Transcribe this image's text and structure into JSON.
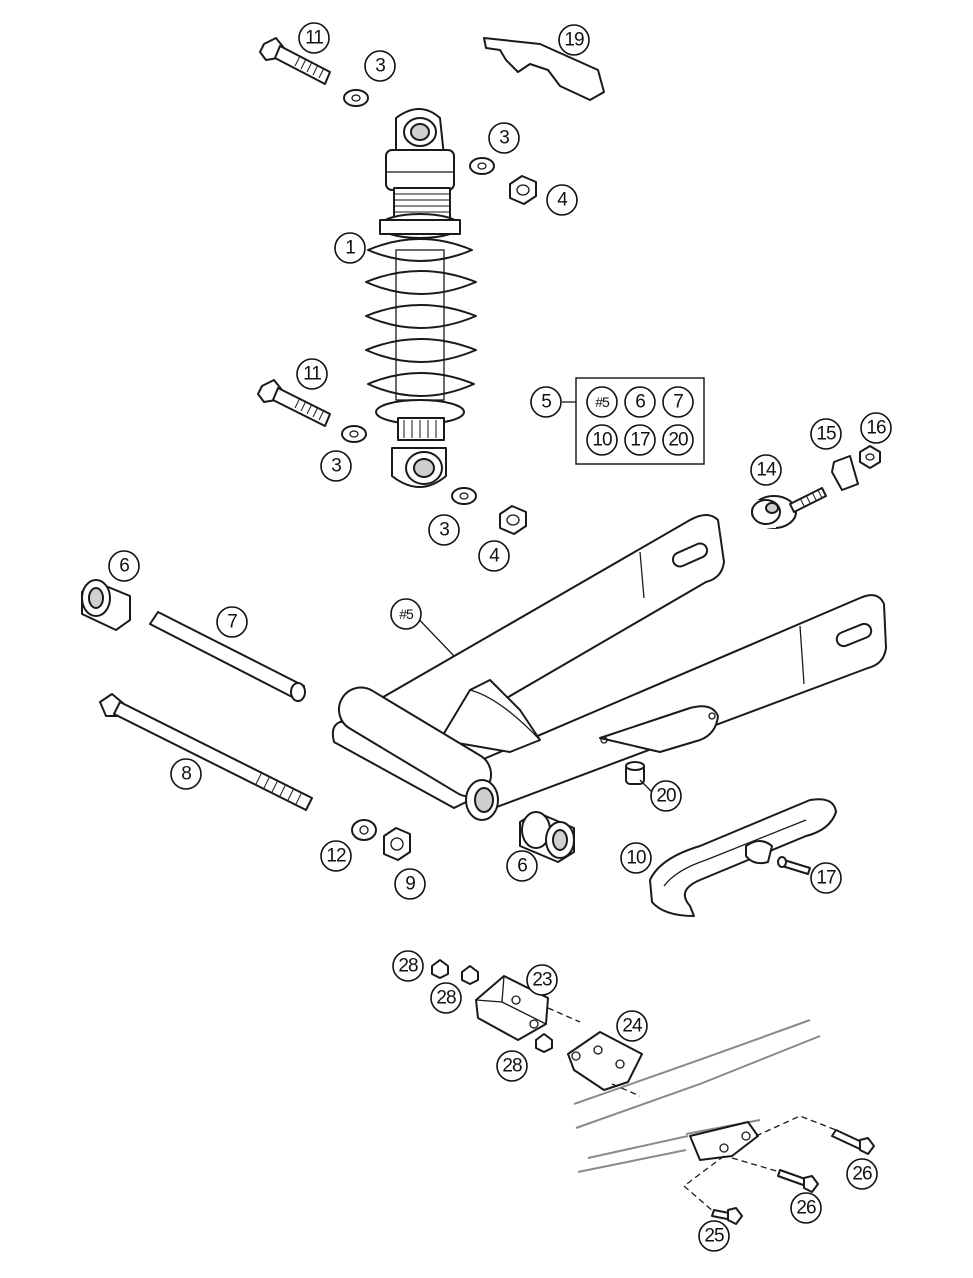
{
  "callouts": {
    "c11a": "11",
    "c3a": "3",
    "c19": "19",
    "c3b": "3",
    "c4a": "4",
    "c1": "1",
    "c11b": "11",
    "c3c": "3",
    "c3d": "3",
    "c4b": "4",
    "c5": "5",
    "k5": "#5",
    "k6": "6",
    "k7": "7",
    "k10": "10",
    "k17": "17",
    "k20": "20",
    "c14": "14",
    "c15": "15",
    "c16": "16",
    "c6a": "6",
    "c7": "7",
    "c8": "8",
    "sw5": "#5",
    "c20": "20",
    "c12": "12",
    "c9": "9",
    "c6b": "6",
    "c10": "10",
    "c17": "17",
    "c28a": "28",
    "c28b": "28",
    "c23": "23",
    "c24": "24",
    "c28c": "28",
    "c26a": "26",
    "c26b": "26",
    "c25": "25"
  }
}
